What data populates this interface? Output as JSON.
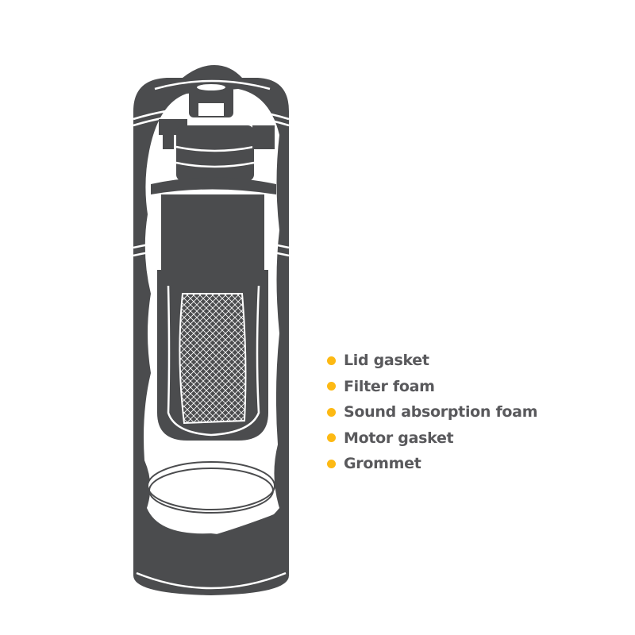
{
  "colors": {
    "body": "#4b4c4e",
    "bullet": "#fdb913",
    "text": "#59595c",
    "background": "#ffffff"
  },
  "legend": {
    "items": [
      {
        "label": "Lid gasket"
      },
      {
        "label": "Filter foam"
      },
      {
        "label": "Sound absorption foam"
      },
      {
        "label": "Motor gasket"
      },
      {
        "label": "Grommet"
      }
    ]
  }
}
